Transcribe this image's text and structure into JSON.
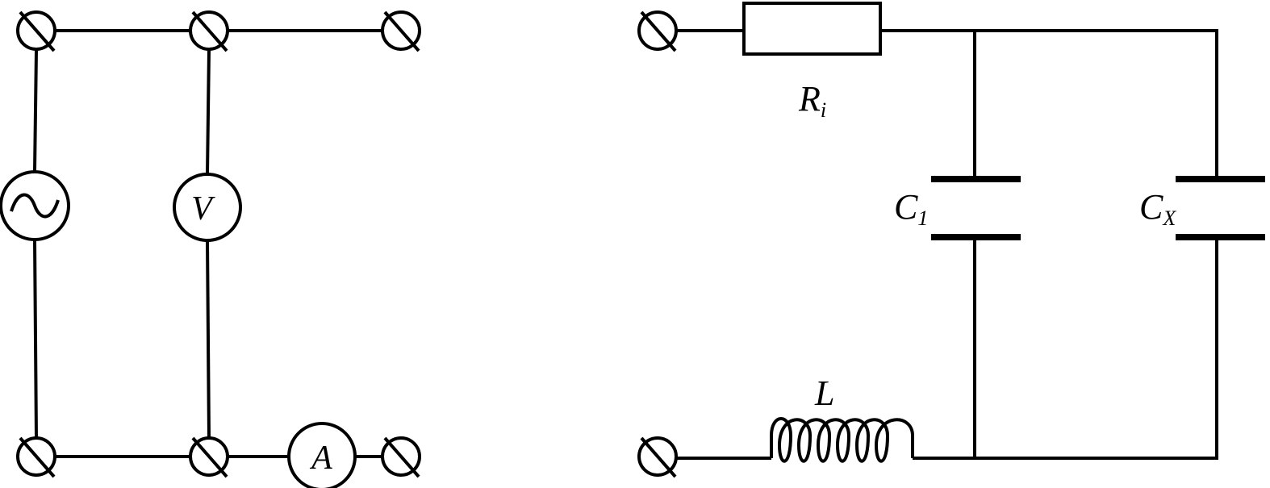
{
  "left_circuit": {
    "source_symbol": "~",
    "voltmeter_label": "V",
    "ammeter_label": "A"
  },
  "right_circuit": {
    "resistor": {
      "main": "R",
      "sub": "i"
    },
    "capacitor_1": {
      "main": "C",
      "sub": "1"
    },
    "capacitor_x": {
      "main": "C",
      "sub": "X"
    },
    "inductor": {
      "main": "L"
    }
  },
  "colors": {
    "stroke": "#000000",
    "background": "#ffffff"
  }
}
